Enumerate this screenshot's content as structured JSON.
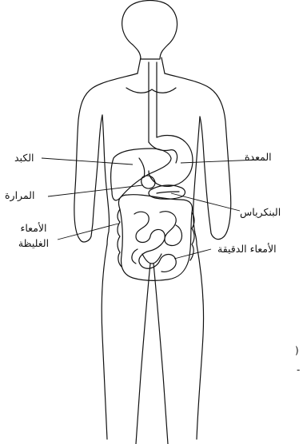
{
  "labels": {
    "liver": "الكبد",
    "stomach": "المعدة",
    "gallbladder": "المرارة",
    "pancreas": "البنكرياس",
    "large_intestine_line1": "الأمعاء",
    "large_intestine_line2": "الغليظة",
    "small_intestine": "الأمعاء الدقيقة"
  },
  "edge_marks": {
    "paren": ")",
    "dot": "-"
  },
  "colors": {
    "ink": "#111111",
    "background": "#ffffff"
  }
}
